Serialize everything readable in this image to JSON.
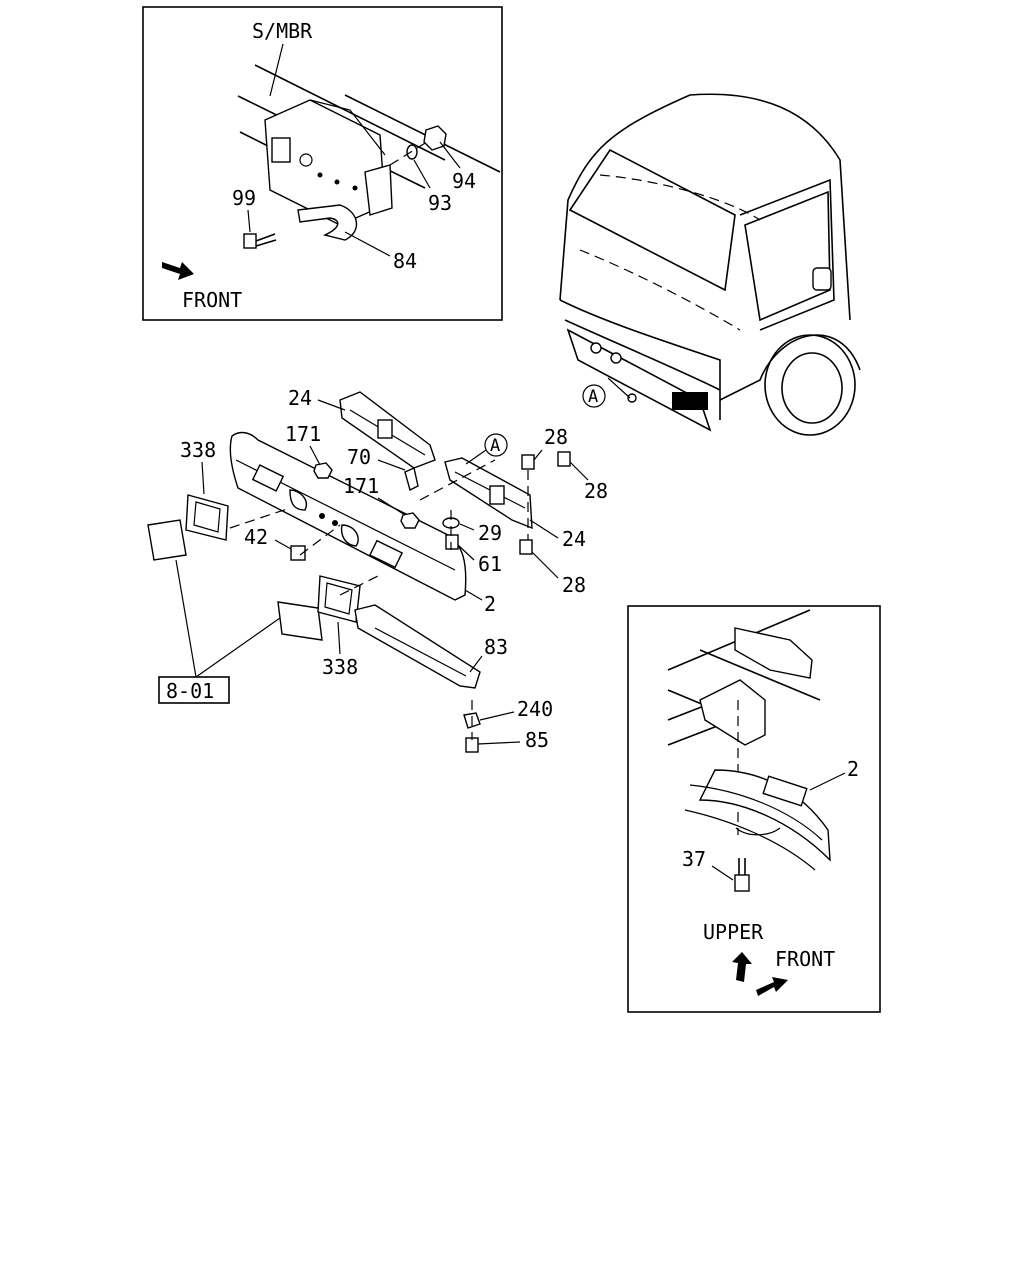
{
  "inset_top": {
    "label_smbr": "S/MBR",
    "callouts": [
      "94",
      "93",
      "99",
      "84"
    ],
    "front_label": "FRONT"
  },
  "main": {
    "callouts": [
      "24",
      "171",
      "70",
      "171",
      "338",
      "42",
      "2",
      "338",
      "83",
      "240",
      "85",
      "28",
      "28",
      "24",
      "29",
      "61",
      "28"
    ],
    "detail_marker": "A",
    "cab_marker": "A",
    "reference_box": "8-01"
  },
  "inset_bottom": {
    "callouts": [
      "2",
      "37"
    ],
    "upper_label": "UPPER",
    "front_label": "FRONT"
  }
}
